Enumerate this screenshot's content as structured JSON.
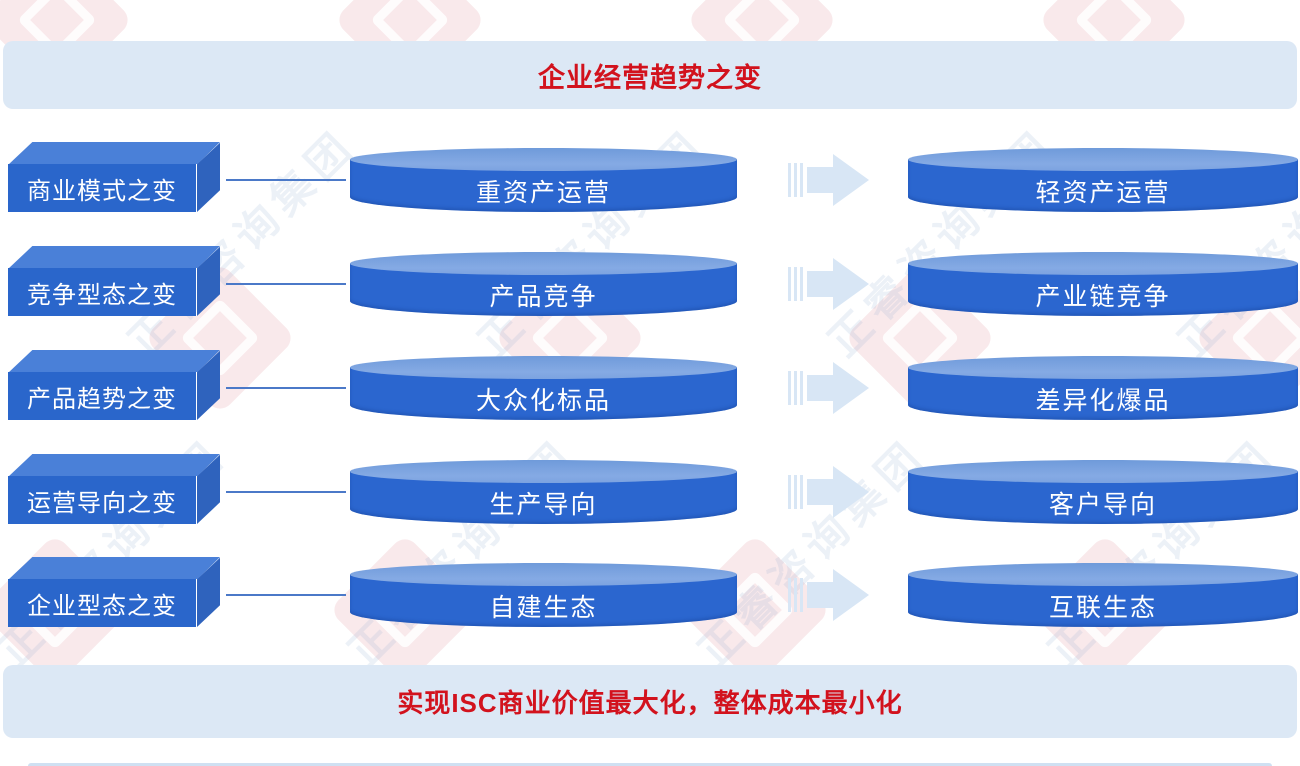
{
  "header": {
    "title": "企业经营趋势之变"
  },
  "rows": [
    {
      "label": "商业模式之变",
      "from": "重资产运营",
      "to": "轻资产运营"
    },
    {
      "label": "竞争型态之变",
      "from": "产品竞争",
      "to": "产业链竞争"
    },
    {
      "label": "产品趋势之变",
      "from": "大众化标品",
      "to": "差异化爆品"
    },
    {
      "label": "运营导向之变",
      "from": "生产导向",
      "to": "客户导向"
    },
    {
      "label": "企业型态之变",
      "from": "自建生态",
      "to": "互联生态"
    }
  ],
  "footer": {
    "title": "实现ISC商业价值最大化，整体成本最小化"
  },
  "watermark": {
    "brand": "正睿咨询集团"
  },
  "colors": {
    "banner_bg": "#dce8f5",
    "accent_red": "#d2121d",
    "cylinder_body": "#2b66cf",
    "cylinder_top": "#7ca3e0",
    "box_front": "#2a66cb",
    "box_top": "#4a80d8",
    "box_side": "#2f63bd",
    "arrow": "#d8e6f5",
    "connector": "#4b79c8"
  }
}
